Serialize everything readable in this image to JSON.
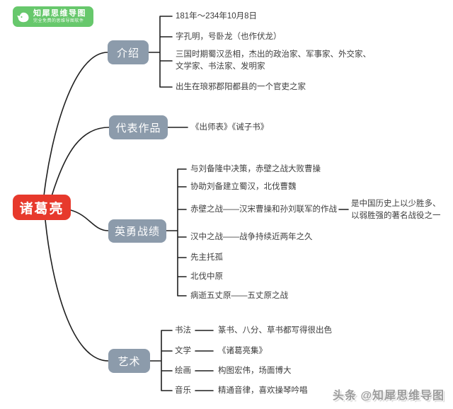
{
  "logo": {
    "title": "知犀思维导图",
    "subtitle": "完全免费的思维导图软件",
    "bg_color": "#67C86C"
  },
  "watermark": "头条 @知犀思维导图",
  "colors": {
    "root_bg": "#E7392C",
    "branch_bg": "#8C9BAB",
    "line": "#1F1F1F",
    "text": "#3D3D3D"
  },
  "root": {
    "label": "诸葛亮"
  },
  "branches": [
    {
      "label": "介绍",
      "children": [
        {
          "text": "181年～234年10月8日"
        },
        {
          "text": "字孔明，号卧龙（也作伏龙）"
        },
        {
          "text": "三国时期蜀汉丞相，杰出的政治家、军事家、外交家、文学家、书法家、发明家"
        },
        {
          "text": "出生在琅邪郡阳都县的一个官吏之家"
        }
      ]
    },
    {
      "label": "代表作品",
      "children": [
        {
          "text": "《出师表》《诫子书》"
        }
      ]
    },
    {
      "label": "英勇战绩",
      "children": [
        {
          "text": "与刘备隆中决策，赤壁之战大败曹操"
        },
        {
          "text": "协助刘备建立蜀汉，北伐曹魏"
        },
        {
          "text": "赤壁之战——汉宋曹操和孙刘联军的作战",
          "note": "是中国历史上以少胜多、以弱胜强的著名战役之一"
        },
        {
          "text": "汉中之战——战争持续近两年之久"
        },
        {
          "text": "先主托孤"
        },
        {
          "text": "北伐中原"
        },
        {
          "text": "病逝五丈原——五丈原之战"
        }
      ]
    },
    {
      "label": "艺术",
      "children": [
        {
          "label": "书法",
          "text": "篆书、八分、草书都写得很出色"
        },
        {
          "label": "文学",
          "text": "《诸葛亮集》"
        },
        {
          "label": "绘画",
          "text": "构图宏伟，场面博大"
        },
        {
          "label": "音乐",
          "text": "精通音律，喜欢操琴吟唱"
        }
      ]
    }
  ]
}
